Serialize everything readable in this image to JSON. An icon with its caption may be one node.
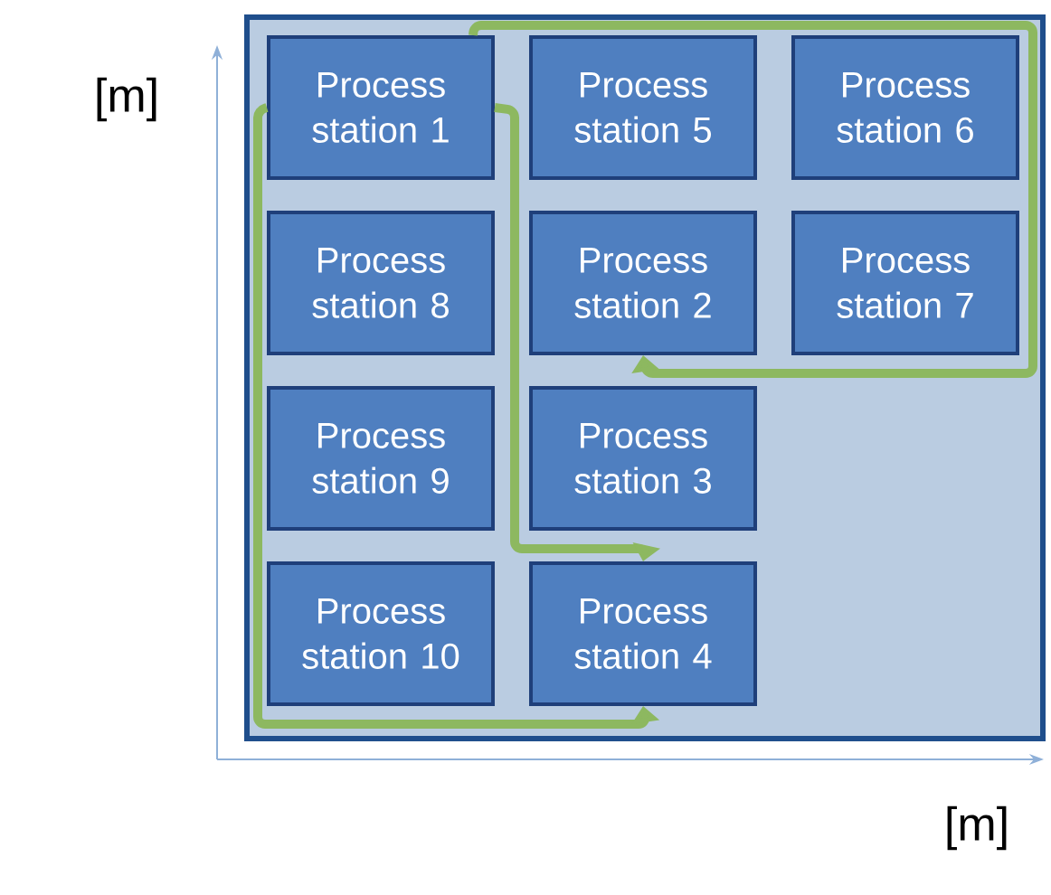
{
  "diagram": {
    "nodes": [
      {
        "text": [],
        "shape": "box"
      },
      {
        "text": [
          "Process station 1"
        ],
        "in": 0
      },
      {
        "text": [
          "Process station 5"
        ],
        "in": 0
      },
      {
        "text": [
          "Process station 6"
        ],
        "in": 0
      },
      {
        "text": [
          "Process station 8"
        ],
        "in": 0
      },
      {
        "text": [
          "Process station 2"
        ],
        "in": 0
      },
      {
        "text": [
          "Process station 7"
        ],
        "in": 0
      },
      {
        "text": [
          "Process station 9"
        ],
        "in": 0
      },
      {
        "text": [
          "Process station 3"
        ],
        "in": 0
      },
      {
        "text": [
          "Process station 10"
        ],
        "in": 0
      },
      {
        "text": [
          "Process station 4"
        ],
        "in": 0
      }
    ],
    "edges": [
      {
        "from": 1,
        "to": 5,
        "arrow": "to"
      },
      {
        "from": 1,
        "to": 10,
        "arrow": "to"
      },
      {
        "from": 1,
        "to": 10,
        "arrow": "to"
      }
    ],
    "labels": [
      "[m]",
      "[m]"
    ]
  }
}
